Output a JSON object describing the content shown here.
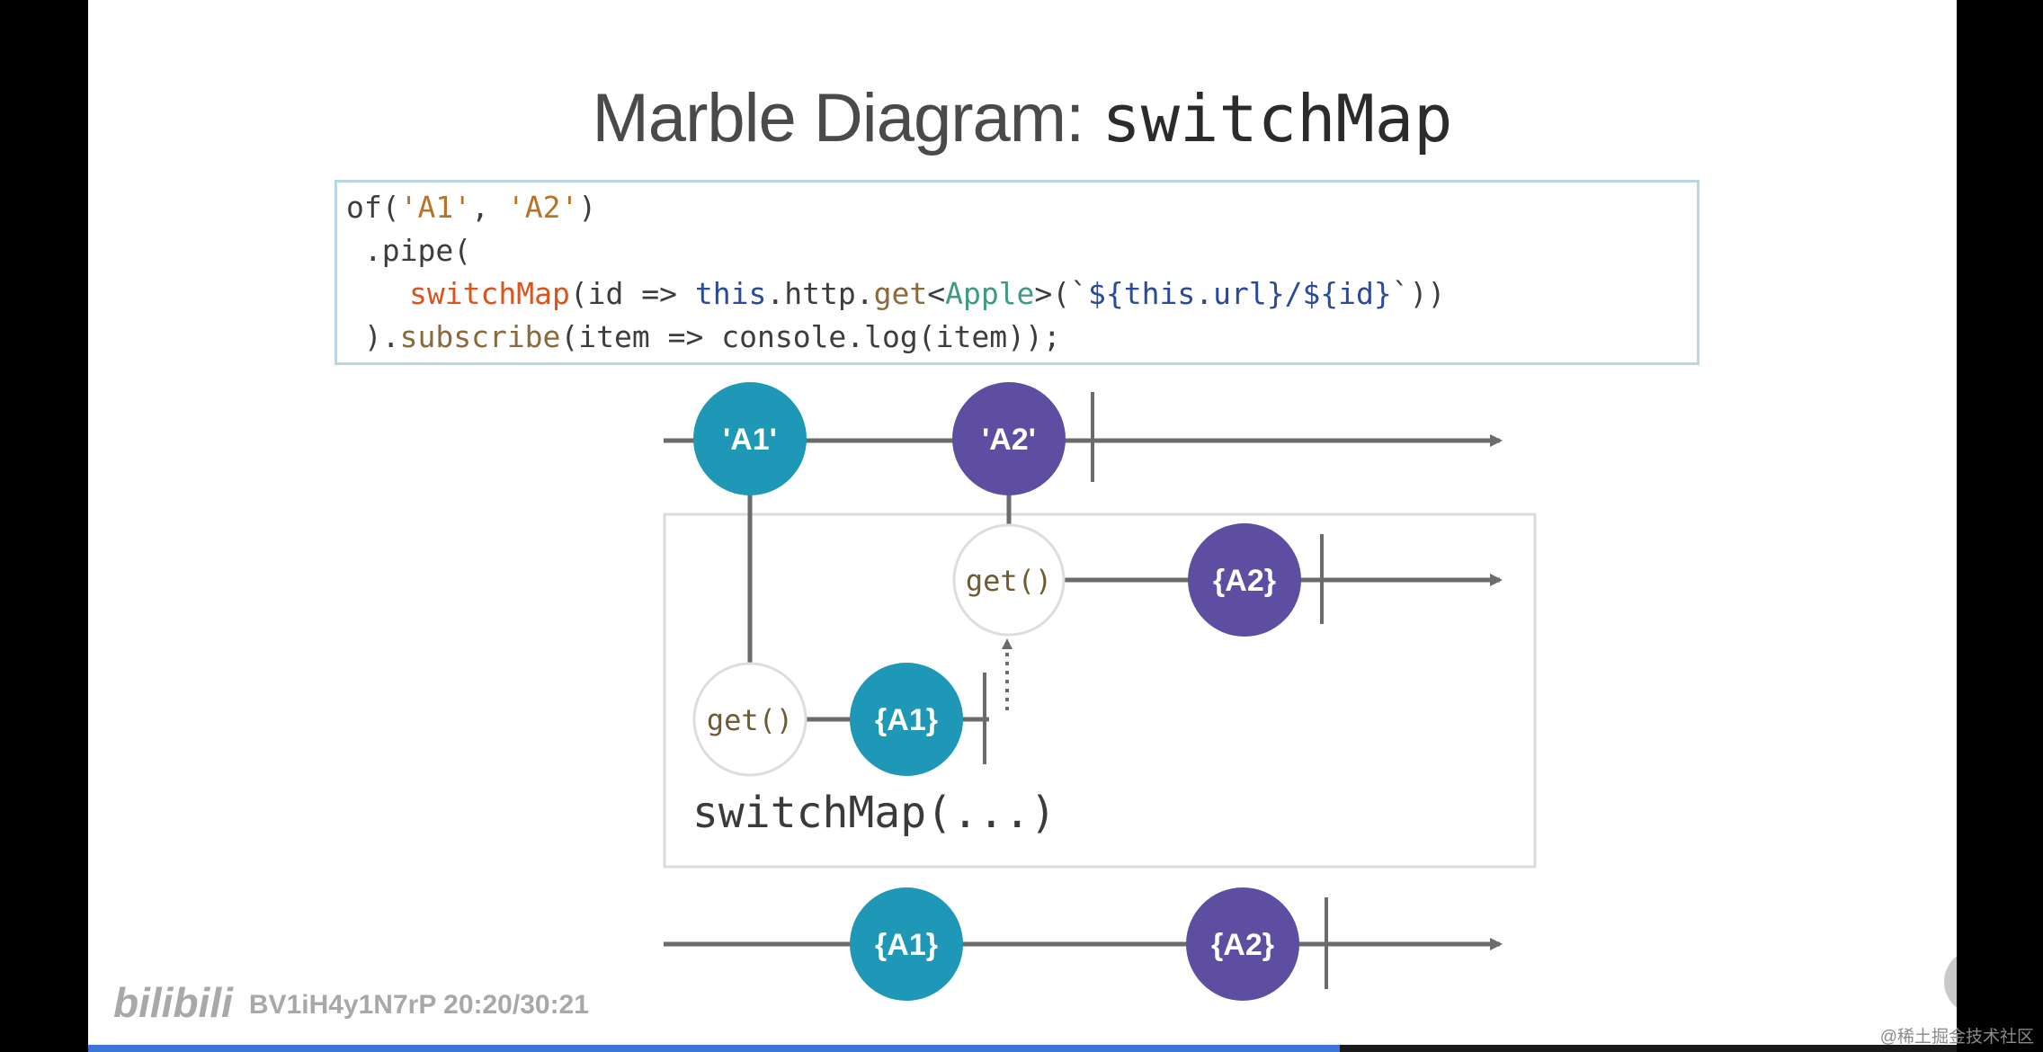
{
  "slide": {
    "title_prefix": "Marble Diagram: ",
    "title_operator": "switchMap"
  },
  "code": {
    "line1": {
      "a": "of(",
      "s1": "'A1'",
      "b": ", ",
      "s2": "'A2'",
      "c": ")"
    },
    "line2": {
      "a": " .pipe("
    },
    "line3": {
      "op": "switchMap",
      "a": "(id => ",
      "kw": "this",
      "b": ".http.",
      "fn": "get",
      "c": "<",
      "type": "Apple",
      "d": ">(`",
      "tpl": "${this.url}/${id}",
      "e": "`))"
    },
    "line4": {
      "a": " ).",
      "fn": "subscribe",
      "b": "(item => console.log(item));"
    }
  },
  "diagram": {
    "source_marbles": [
      "'A1'",
      "'A2'"
    ],
    "get_label": "get()",
    "inner_results": [
      "{A1}",
      "{A2}"
    ],
    "output_marbles": [
      "{A1}",
      "{A2}"
    ],
    "operator_label": "switchMap(...)"
  },
  "colors": {
    "teal": "#1e98b6",
    "purple": "#5e4ea1",
    "line": "#6b6b6b",
    "box_border": "#dcdcdc"
  },
  "player": {
    "watermark_logo": "bilibili",
    "video_info": "BV1iH4y1N7rP 20:20/30:21",
    "corner_credit": "@稀土掘金技术社区",
    "progress_percent": 67
  }
}
